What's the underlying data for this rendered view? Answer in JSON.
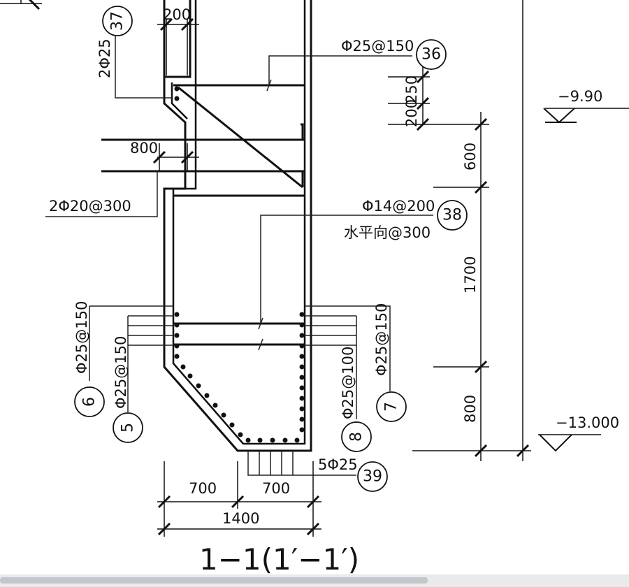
{
  "section": {
    "title": "1−1(1′−1′)"
  },
  "callouts": {
    "c36": {
      "number": "36",
      "text": "Φ25@150"
    },
    "c37": {
      "number": "37",
      "text": "2Φ25"
    },
    "c38": {
      "number": "38",
      "text": "Φ14@200",
      "text2": "水平向@300"
    },
    "c39": {
      "number": "39",
      "text": "5Φ25"
    },
    "c5": {
      "number": "5",
      "text": "Φ25@150"
    },
    "c6": {
      "number": "6",
      "text": "Φ25@150"
    },
    "c7": {
      "number": "7",
      "text": "Φ25@150"
    },
    "c8": {
      "number": "8",
      "text": "Φ25@100"
    },
    "rebar_2phi20": "2Φ20@300"
  },
  "dimensions": {
    "top_200": "200",
    "mid_800": "800",
    "right_250": "250",
    "right_200": "200",
    "v_600": "600",
    "v_1700": "1700",
    "v_800": "800",
    "base_700_left": "700",
    "base_700_right": "700",
    "base_1400": "1400"
  },
  "elevations": {
    "upper": "−9.90",
    "lower": "−13.000"
  },
  "colors": {
    "line": "#111111",
    "leader": "#222222",
    "scrollbar_track": "#e8eaec",
    "scrollbar_thumb": "#c3c6ca"
  }
}
